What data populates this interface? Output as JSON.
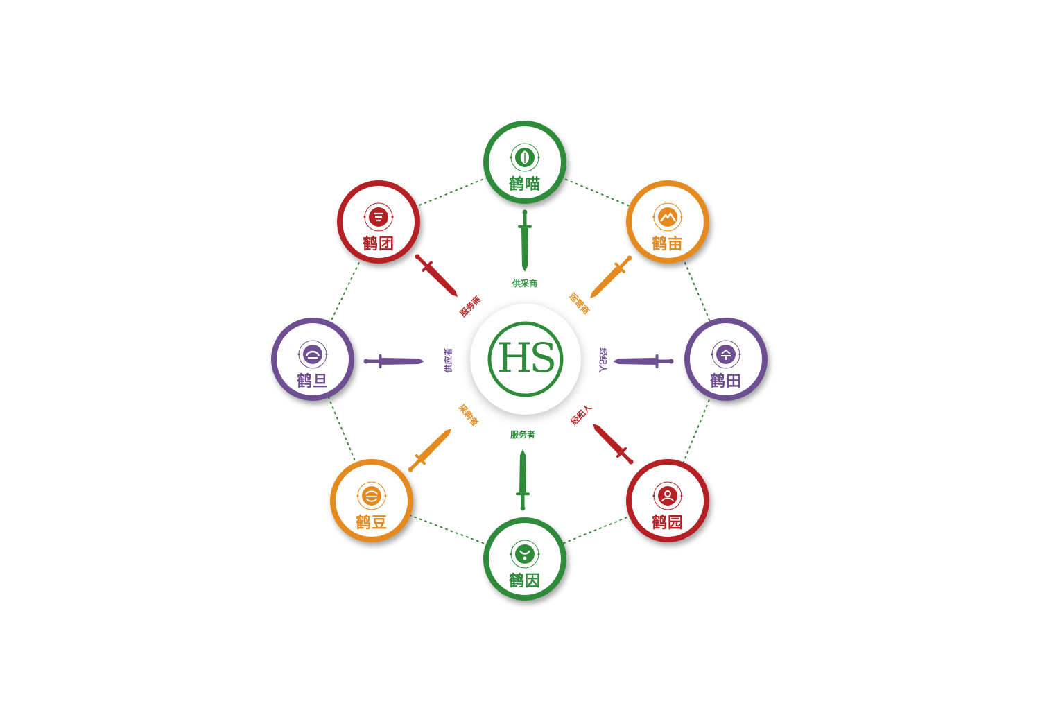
{
  "center": {
    "logo_text": "HS"
  },
  "colors": {
    "green": "#2e8b3a",
    "red": "#b52024",
    "orange": "#e58a1f",
    "purple": "#6e4f91",
    "ring": "#3a8a3c"
  },
  "nodes": [
    {
      "id": "top",
      "name": "鹤喵",
      "role": "供采商",
      "color": "green",
      "icon": "leaf-icon"
    },
    {
      "id": "top-right",
      "name": "鹤亩",
      "role": "运营商",
      "color": "orange",
      "icon": "mountain-icon"
    },
    {
      "id": "right",
      "name": "鹤田",
      "role": "经纪人",
      "color": "purple",
      "icon": "field-icon"
    },
    {
      "id": "bottom-right",
      "name": "鹤园",
      "role": "经纪人",
      "color": "red",
      "icon": "person-icon"
    },
    {
      "id": "bottom",
      "name": "鹤因",
      "role": "服务者",
      "color": "green",
      "icon": "sprout-icon"
    },
    {
      "id": "bottom-left",
      "name": "鹤豆",
      "role": "采购者",
      "color": "orange",
      "icon": "bean-icon"
    },
    {
      "id": "left",
      "name": "鹤旦",
      "role": "供应者",
      "color": "purple",
      "icon": "eye-icon"
    },
    {
      "id": "top-left",
      "name": "鹤团",
      "role": "服务商",
      "color": "red",
      "icon": "stack-icon"
    }
  ]
}
